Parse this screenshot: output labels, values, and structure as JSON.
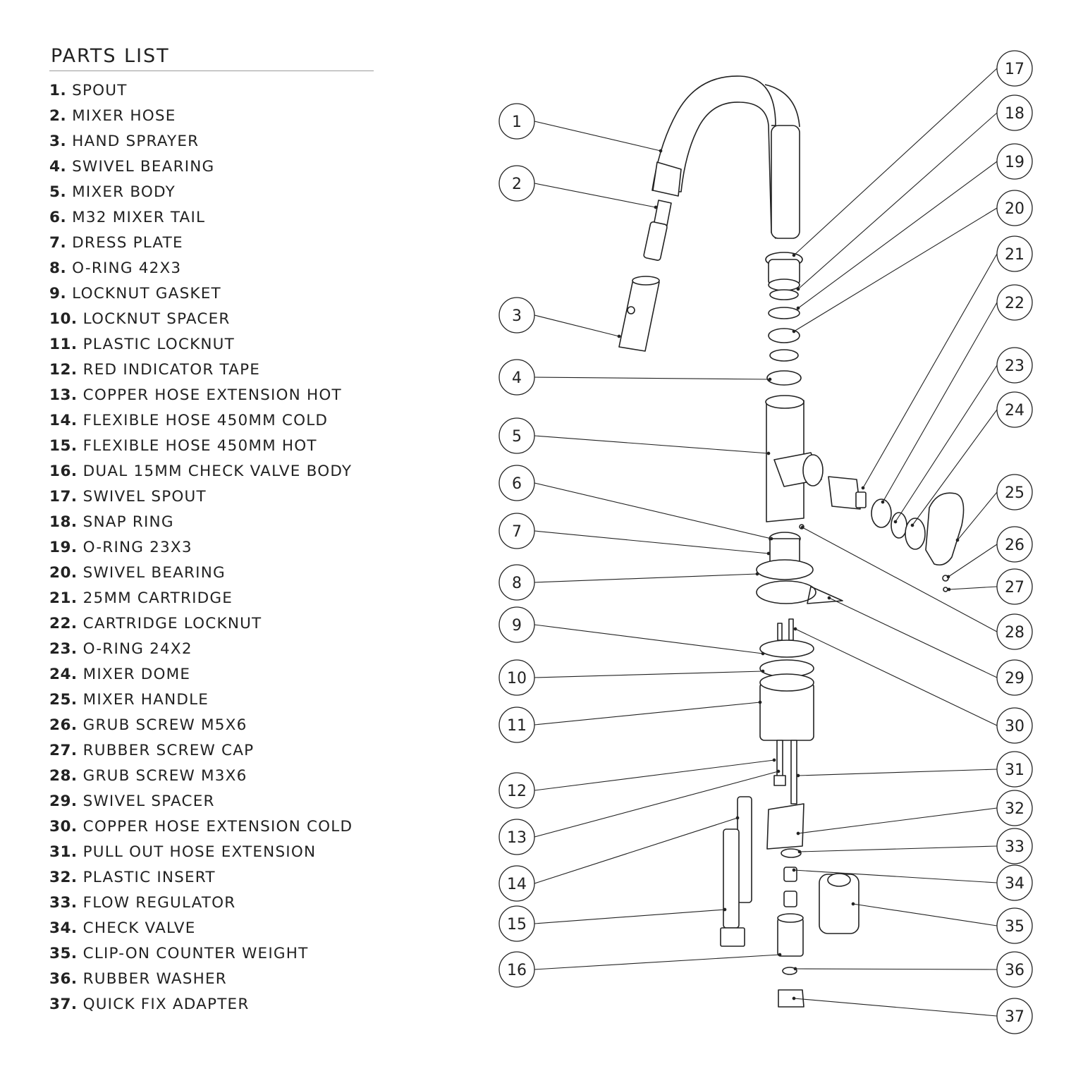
{
  "parts_list": {
    "title": "PARTS LIST",
    "items": [
      {
        "num": "1.",
        "name": "SPOUT"
      },
      {
        "num": "2.",
        "name": "MIXER HOSE"
      },
      {
        "num": "3.",
        "name": "HAND SPRAYER"
      },
      {
        "num": "4.",
        "name": "SWIVEL BEARING"
      },
      {
        "num": "5.",
        "name": "MIXER BODY"
      },
      {
        "num": "6.",
        "name": "M32 MIXER TAIL"
      },
      {
        "num": "7.",
        "name": "DRESS PLATE"
      },
      {
        "num": "8.",
        "name": "O-RING 42X3"
      },
      {
        "num": "9.",
        "name": "LOCKNUT GASKET"
      },
      {
        "num": "10.",
        "name": "LOCKNUT SPACER"
      },
      {
        "num": "11.",
        "name": "PLASTIC LOCKNUT"
      },
      {
        "num": "12.",
        "name": "RED INDICATOR TAPE"
      },
      {
        "num": "13.",
        "name": "COPPER HOSE EXTENSION HOT"
      },
      {
        "num": "14.",
        "name": "FLEXIBLE HOSE 450MM COLD"
      },
      {
        "num": "15.",
        "name": "FLEXIBLE HOSE 450MM HOT"
      },
      {
        "num": "16.",
        "name": "DUAL 15MM CHECK VALVE BODY"
      },
      {
        "num": "17.",
        "name": "SWIVEL SPOUT"
      },
      {
        "num": "18.",
        "name": "SNAP RING"
      },
      {
        "num": "19.",
        "name": "O-RING 23X3"
      },
      {
        "num": "20.",
        "name": "SWIVEL BEARING"
      },
      {
        "num": "21.",
        "name": "25MM CARTRIDGE"
      },
      {
        "num": "22.",
        "name": "CARTRIDGE LOCKNUT"
      },
      {
        "num": "23.",
        "name": "O-RING 24X2"
      },
      {
        "num": "24.",
        "name": "MIXER DOME"
      },
      {
        "num": "25.",
        "name": "MIXER HANDLE"
      },
      {
        "num": "26.",
        "name": "GRUB SCREW M5X6"
      },
      {
        "num": "27.",
        "name": "RUBBER SCREW CAP"
      },
      {
        "num": "28.",
        "name": "GRUB SCREW M3X6"
      },
      {
        "num": "29.",
        "name": "SWIVEL SPACER"
      },
      {
        "num": "30.",
        "name": "COPPER HOSE EXTENSION COLD"
      },
      {
        "num": "31.",
        "name": "PULL OUT HOSE EXTENSION"
      },
      {
        "num": "32.",
        "name": "PLASTIC INSERT"
      },
      {
        "num": "33.",
        "name": "FLOW REGULATOR"
      },
      {
        "num": "34.",
        "name": "CHECK VALVE"
      },
      {
        "num": "35.",
        "name": "CLIP-ON COUNTER WEIGHT"
      },
      {
        "num": "36.",
        "name": "RUBBER WASHER"
      },
      {
        "num": "37.",
        "name": "QUICK FIX ADAPTER"
      }
    ]
  },
  "callouts": {
    "left": [
      "1",
      "2",
      "3",
      "4",
      "5",
      "6",
      "7",
      "8",
      "9",
      "10",
      "11",
      "12",
      "13",
      "14",
      "15",
      "16"
    ],
    "right": [
      "17",
      "18",
      "19",
      "20",
      "21",
      "22",
      "23",
      "24",
      "25",
      "26",
      "27",
      "28",
      "29",
      "30",
      "31",
      "32",
      "33",
      "34",
      "35",
      "36",
      "37"
    ]
  }
}
